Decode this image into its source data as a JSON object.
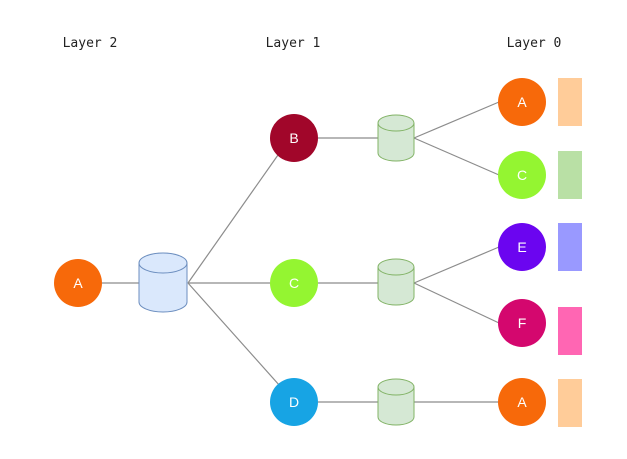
{
  "layers": {
    "layer2": "Layer 2",
    "layer1": "Layer 1",
    "layer0": "Layer 0"
  },
  "colors": {
    "orange": "#f7690a",
    "crimson": "#a1062a",
    "lime": "#94f531",
    "sky": "#17a4e4",
    "violet": "#6b05f0",
    "magenta": "#d4076e",
    "db_blue_fill": "#dae8fc",
    "db_blue_stroke": "#6c8ebf",
    "db_green_fill": "#d5e8d4",
    "db_green_stroke": "#82b366",
    "swatch_peach": "#ffcc99",
    "swatch_green": "#b9e0a5",
    "swatch_lavender": "#9999ff",
    "swatch_pink": "#ff66b3"
  },
  "nodes": {
    "l2_a": "A",
    "l1_b": "B",
    "l1_c": "C",
    "l1_d": "D",
    "l0_a1": "A",
    "l0_c": "C",
    "l0_e": "E",
    "l0_f": "F",
    "l0_a2": "A"
  }
}
